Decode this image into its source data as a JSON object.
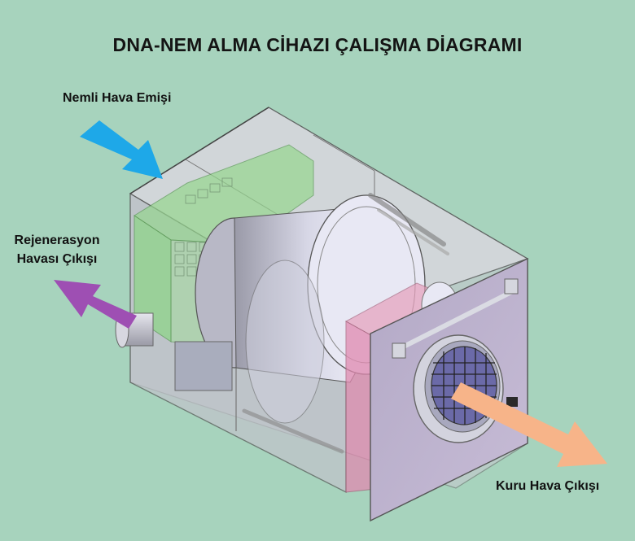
{
  "title": "DNA-NEM ALMA CİHAZI ÇALIŞMA DİAGRAMI",
  "labels": {
    "humid_air_intake": "Nemli Hava Emişi",
    "regeneration_air_outlet_line1": "Rejenerasyon",
    "regeneration_air_outlet_line2": "Havası Çıkışı",
    "dry_air_outlet": "Kuru Hava Çıkışı"
  },
  "colors": {
    "background": "#a7d3bd",
    "humid_air_arrow": "#1ea8e8",
    "regeneration_arrow": "#9e4fb3",
    "dry_air_arrow": "#f7b489",
    "regeneration_section": "#8fd48a",
    "process_section": "#e08ab0",
    "housing": "#c9c9d1"
  },
  "icons": [
    "humid-air-arrow",
    "regeneration-air-arrow",
    "dry-air-arrow",
    "desiccant-rotor",
    "outlet-grille"
  ]
}
